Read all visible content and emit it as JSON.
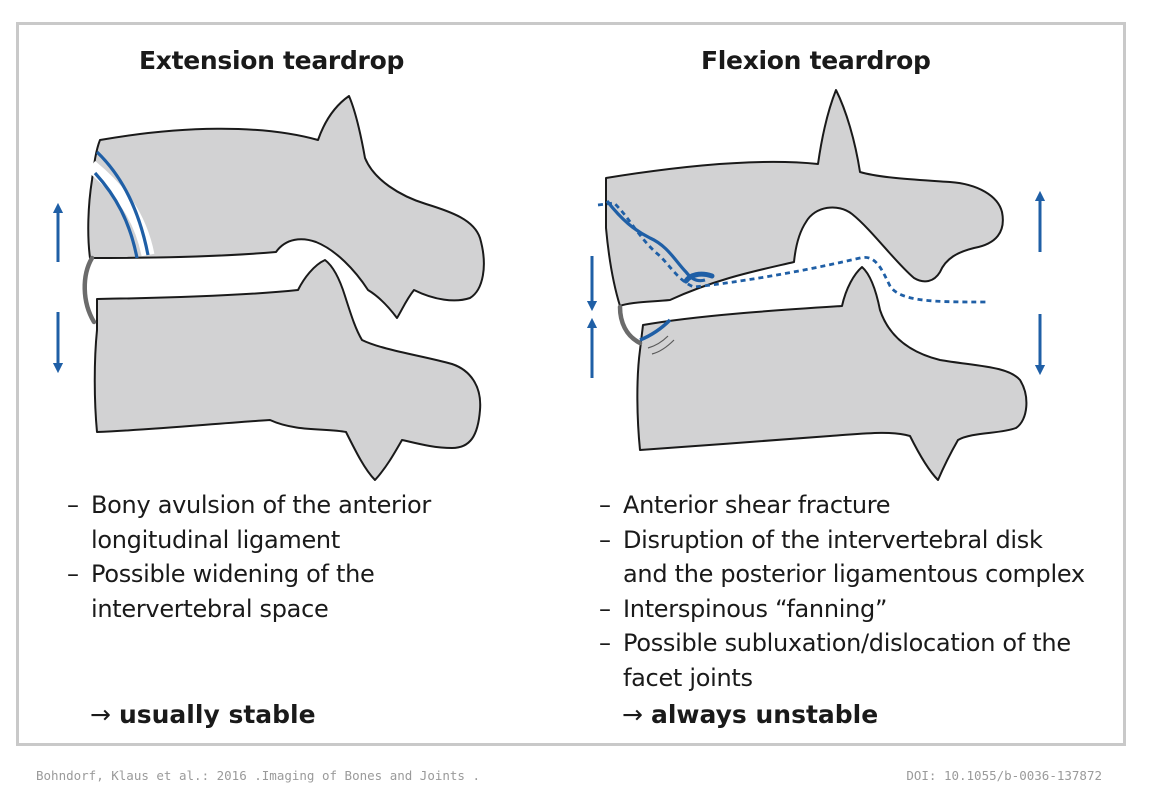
{
  "extension": {
    "title": "Extension teardrop",
    "points": [
      "Bony avulsion of the anterior\nlongitudinal ligament",
      "Possible widening of the\nintervertebral space"
    ],
    "arrow": "→",
    "verdict": "usually stable"
  },
  "flexion": {
    "title": "Flexion teardrop",
    "points": [
      "Anterior shear fracture",
      "Disruption of the intervertebral disk\nand the posterior ligamentous complex",
      "Interspinous “fanning”",
      "Possible subluxation/dislocation of the\nfacet joints"
    ],
    "arrow": "→",
    "verdict": "always unstable"
  },
  "footer": {
    "citation": "Bohndorf, Klaus et al.: 2016 .Imaging of Bones and Joints .",
    "doi": "DOI: 10.1055/b-0036-137872"
  },
  "colors": {
    "bone_fill": "#d2d2d3",
    "outline": "#1a1a1a",
    "accent_blue": "#1f5fa6",
    "ligament_gray": "#6b6b6b"
  }
}
